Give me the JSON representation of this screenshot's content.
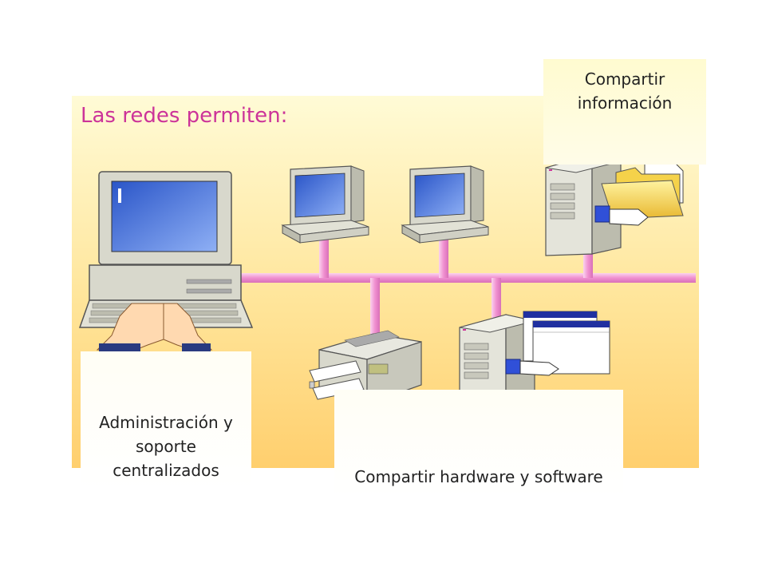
{
  "title": "Las redes permiten:",
  "labels": {
    "share_info": "Compartir información",
    "admin": "Administración y soporte centralizados",
    "share_hw_sw": "Compartir hardware y software"
  },
  "colors": {
    "title": "#cc3399",
    "cable": "#f0a0d8",
    "panel_top": "#fffbd6",
    "panel_bottom": "#ffcf6e",
    "screen": "#4f7fe0"
  },
  "icons": [
    "desktop-computer-icon",
    "monitor-icon",
    "monitor-icon",
    "server-icon",
    "folder-icon",
    "printer-icon",
    "server-icon",
    "window-icon",
    "hands-icon"
  ]
}
